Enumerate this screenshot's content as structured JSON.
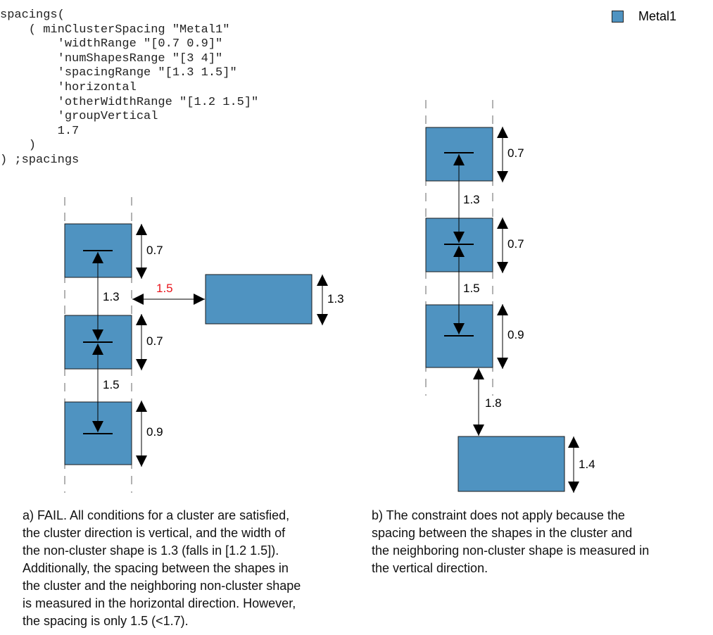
{
  "code": {
    "lines": [
      "spacings(",
      "    ( minClusterSpacing \"Metal1\"",
      "        'widthRange \"[0.7 0.9]\"",
      "        'numShapesRange \"[3 4]\"",
      "        'spacingRange \"[1.3 1.5]\"",
      "        'horizontal",
      "        'otherWidthRange \"[1.2 1.5]\"",
      "        'groupVertical",
      "        1.7",
      "    )",
      ") ;spacings"
    ]
  },
  "legend": {
    "label": "Metal1",
    "color": "#4f93c1"
  },
  "colors": {
    "shape_fill": "#4f93c1",
    "shape_stroke": "#1a1a1a",
    "violation_text": "#e8141c",
    "guide_line": "#666666"
  },
  "diagram_a": {
    "cluster_widths": [
      "0.7",
      "0.7",
      "0.9"
    ],
    "cluster_spacings": [
      "1.3",
      "1.5"
    ],
    "other_shape_width": "1.3",
    "measured_spacing": "1.5",
    "measured_spacing_direction": "horizontal",
    "result": "FAIL"
  },
  "diagram_b": {
    "cluster_widths": [
      "0.7",
      "0.7",
      "0.9"
    ],
    "cluster_spacings": [
      "1.3",
      "1.5"
    ],
    "other_shape_width": "1.4",
    "measured_spacing": "1.8",
    "measured_spacing_direction": "vertical"
  },
  "captions": {
    "a": [
      "a) FAIL. All conditions for a cluster are satisfied,",
      "the cluster direction is vertical, and the width of",
      "the non-cluster shape is 1.3 (falls in [1.2 1.5]).",
      "Additionally, the spacing between the shapes in",
      "the cluster and the neighboring non-cluster shape",
      "is measured in the horizontal direction. However,",
      "the spacing is only 1.5 (<1.7)."
    ],
    "b": [
      "b) The constraint does not apply because the",
      "spacing between the shapes in the cluster and",
      "the neighboring non-cluster shape is measured in",
      "the vertical direction."
    ]
  }
}
